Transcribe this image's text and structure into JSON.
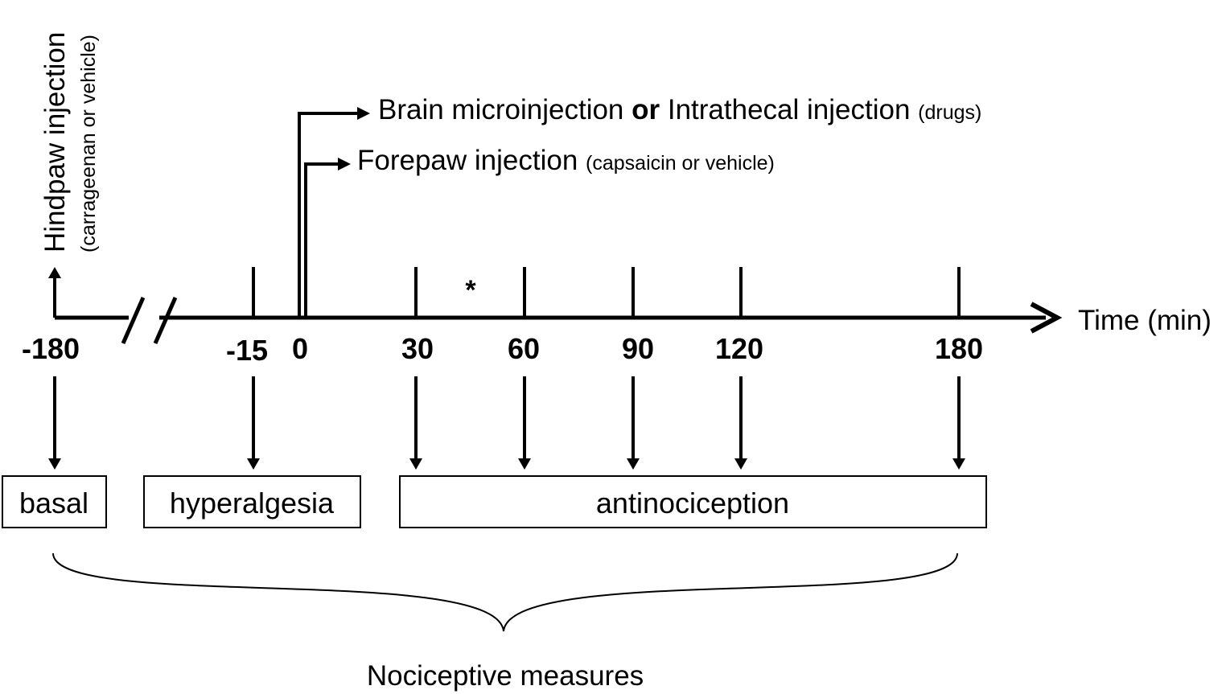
{
  "hindpaw": {
    "title": "Hindpaw injection",
    "subtitle": "(carrageenan or vehicle)"
  },
  "brain": {
    "part1": "Brain microinjection ",
    "part2": "or",
    "part3": " Intrathecal injection ",
    "part4": "(drugs)"
  },
  "forepaw": {
    "title": "Forepaw injection ",
    "subtitle": "(capsaicin or vehicle)"
  },
  "axis": {
    "label": "Time (min)",
    "ticks": [
      "-180",
      "-15",
      "0",
      "30",
      "60",
      "90",
      "120",
      "180"
    ],
    "asterisk": "*"
  },
  "boxes": {
    "basal": "basal",
    "hyperalgesia": "hyperalgesia",
    "antinociception": "antinociception"
  },
  "footer": "Nociceptive measures"
}
